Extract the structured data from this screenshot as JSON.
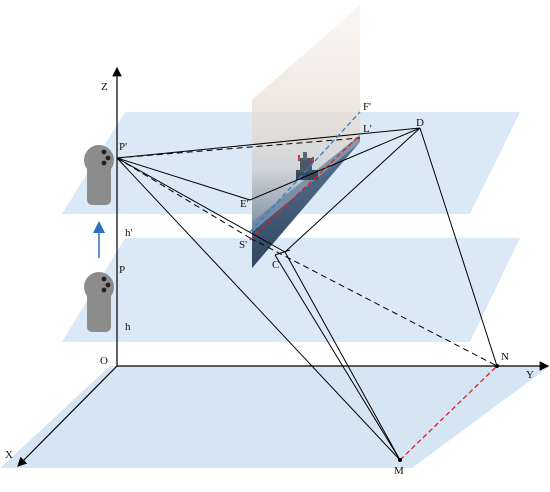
{
  "labels": {
    "Z": "Z",
    "Y": "Y",
    "X": "X",
    "O": "O",
    "P": "P",
    "P_prime": "P'",
    "h": "h",
    "h_prime": "h'",
    "D": "D",
    "F_prime": "F'",
    "L_prime": "L'",
    "E_prime": "E'",
    "S_prime": "S'",
    "C": "C",
    "N": "N",
    "M": "M"
  },
  "colors": {
    "plane_fill": "#cfe0f2",
    "line": "#000000",
    "red_dash": "#e02020",
    "blue_dash": "#3a78d0",
    "arrow_blue": "#2f6fbf",
    "camera": "#8c8c8c"
  }
}
